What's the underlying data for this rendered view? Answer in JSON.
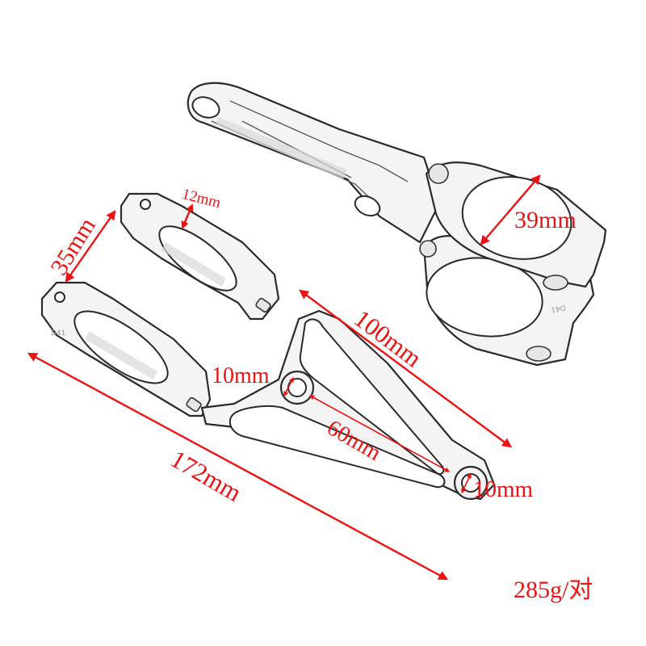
{
  "diagram": {
    "subject": "motorcycle headlight mount bracket pair",
    "colors": {
      "annotation": "#ee1111",
      "linework": "#2a2a2a",
      "background": "#ffffff"
    },
    "dimensions": {
      "clamp_width": "12mm",
      "clamp_spacing": "35mm",
      "clamp_inner_diameter": "39mm",
      "arm_length": "100mm",
      "center_hole": "10mm",
      "hole_spacing": "60mm",
      "end_hole": "10mm",
      "overall_length": "172mm"
    },
    "weight": "285g/对",
    "part_marking": "D41"
  }
}
